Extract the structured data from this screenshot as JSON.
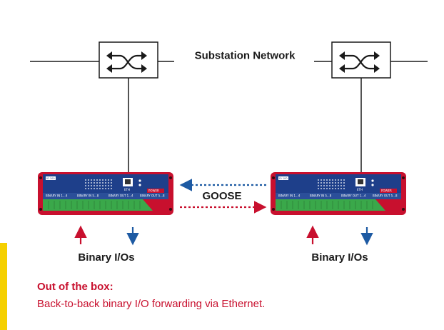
{
  "diagram": {
    "network_label": "Substation Network",
    "protocol_label": "GOOSE",
    "left_io_label": "Binary I/Os",
    "right_io_label": "Binary I/Os",
    "device": {
      "model_tag": "IO 100",
      "eth_port_label": "ETH",
      "power_label": "POWER",
      "channel_labels": [
        "BINARY IN 1...4",
        "BINARY IN 5...8",
        "BINARY OUT 1...4",
        "BINARY OUT 5...8"
      ]
    },
    "icons": [
      "switch-icon",
      "switch-icon",
      "arrow-up-icon",
      "arrow-down-icon",
      "arrow-left-icon",
      "arrow-right-icon"
    ]
  },
  "caption": {
    "title": "Out of the box:",
    "text": "Back-to-back binary I/O forwarding via Ethernet."
  },
  "colors": {
    "accent_red": "#c8102e",
    "accent_blue": "#1d5aa3",
    "device_blue": "#1e3f8a",
    "terminal_green": "#3aa84a",
    "yellow": "#f5d000"
  }
}
